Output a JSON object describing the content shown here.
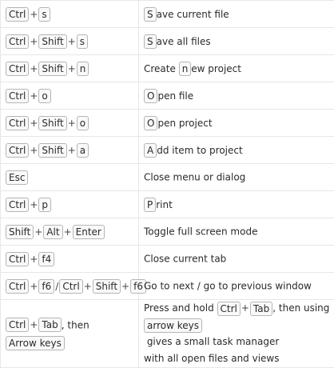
{
  "rows": [
    {
      "keys": [
        "Ctrl",
        "+",
        "s"
      ],
      "desc_key": "S",
      "desc_rest": "ave current file"
    },
    {
      "keys": [
        "Ctrl",
        "+",
        "Shift",
        "+",
        "s"
      ],
      "desc_key": "S",
      "desc_rest": "ave all files"
    },
    {
      "keys": [
        "Ctrl",
        "+",
        "Shift",
        "+",
        "n"
      ],
      "desc_pre": "Create ",
      "desc_key": "n",
      "desc_rest": "ew project"
    },
    {
      "keys": [
        "Ctrl",
        "+",
        "o"
      ],
      "desc_key": "O",
      "desc_rest": "pen file"
    },
    {
      "keys": [
        "Ctrl",
        "+",
        "Shift",
        "+",
        "o"
      ],
      "desc_key": "O",
      "desc_rest": "pen project"
    },
    {
      "keys": [
        "Ctrl",
        "+",
        "Shift",
        "+",
        "a"
      ],
      "desc_key": "A",
      "desc_rest": "dd item to project"
    },
    {
      "keys": [
        "Esc"
      ],
      "desc": "Close menu or dialog"
    },
    {
      "keys": [
        "Ctrl",
        "+",
        "p"
      ],
      "desc_key": "P",
      "desc_rest": "rint"
    },
    {
      "keys": [
        "Shift",
        "+",
        "Alt",
        "+",
        "Enter"
      ],
      "desc": "Toggle full screen mode"
    },
    {
      "keys": [
        "Ctrl",
        "+",
        "f4"
      ],
      "desc": "Close current tab"
    },
    {
      "keys": [
        "Ctrl",
        "+",
        "f6",
        "/",
        "Ctrl",
        "+",
        "Shift",
        "+",
        "f6"
      ],
      "desc": "Go to next / go to previous window"
    }
  ],
  "last": {
    "keys_line1": [
      "Ctrl",
      "+",
      "Tab"
    ],
    "keys_line1_suffix": ", then",
    "keys_line2": [
      "Arrow keys"
    ],
    "desc_line1_pre": "Press and hold ",
    "desc_line1_keys": [
      "Ctrl",
      "+",
      "Tab"
    ],
    "desc_line1_post": ", then using",
    "desc_line2_key": "arrow keys",
    "desc_line2_post": " gives a small task manager",
    "desc_line3": "with all open files and views"
  }
}
